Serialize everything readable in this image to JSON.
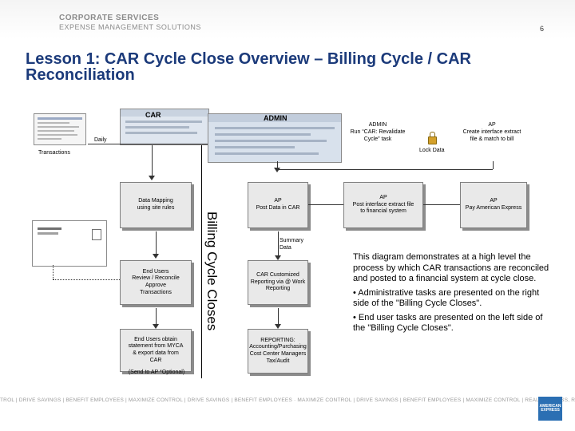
{
  "header": {
    "brand_line1": "CORPORATE SERVICES",
    "brand_line2": "EXPENSE MANAGEMENT SOLUTIONS",
    "page_number": "6"
  },
  "title": "Lesson 1:  CAR Cycle Close Overview – Billing Cycle / CAR Reconciliation",
  "diagram": {
    "car_label": "CAR",
    "admin_label": "ADMIN",
    "daily_label": "Daily",
    "transactions_label": "Transactions",
    "admin_task": "ADMIN\nRun “CAR: Revalidate\nCycle” task",
    "lock_data": "Lock Data",
    "ap_create": "AP\nCreate interface extract\nfile & match to bill",
    "data_mapping": "Data Mapping\nusing site rules",
    "end_users_review": "End Users\nReview / Reconcile\nApprove\nTransactions",
    "end_users_obtain": "End Users obtain\nstatement from MYCA\n& export data from\nCAR",
    "send_to_ap": "(Send to AP *Optional)",
    "billing_cycle_closes": "Billing Cycle Closes",
    "ap_post_car": "AP\nPost Data in CAR",
    "summary_data": "Summary\nData",
    "car_customized": "CAR Customized\nReporting via @ Work\nReporting",
    "reporting": "REPORTING:\nAccounting/Purchasing\nCost Center Managers\nTax/Audit",
    "ap_post_interface": "AP\nPost interface extract file\nto financial system",
    "ap_pay": "AP\nPay American Express"
  },
  "bullets": [
    "This diagram demonstrates at a high level the process by which CAR transactions are reconciled and posted to a financial system at cycle close.",
    "• Administrative tasks are presented on the right side of the \"Billing Cycle Closes\".",
    "• End user tasks are presented on the left side of the \"Billing Cycle Closes\"."
  ],
  "footer": {
    "strip_text": "TROL | DRIVE SAVINGS | BENEFIT EMPLOYEES | MAXIMIZE CONTROL | DRIVE SAVINGS | BENEFIT EMPLOYEES · MAXIMIZE CONTROL | DRIVE SAVINGS | BENEFIT EMPLOYEES | MAXIMIZE CONTROL | REAL BUSINESS, REAL SOLUTIONS.℠",
    "logo_text": "AMERICAN EXPRESS"
  },
  "colors": {
    "title": "#1b3a7a",
    "box_fill": "#e9e9e9",
    "logo_blue": "#2b6fb3"
  }
}
